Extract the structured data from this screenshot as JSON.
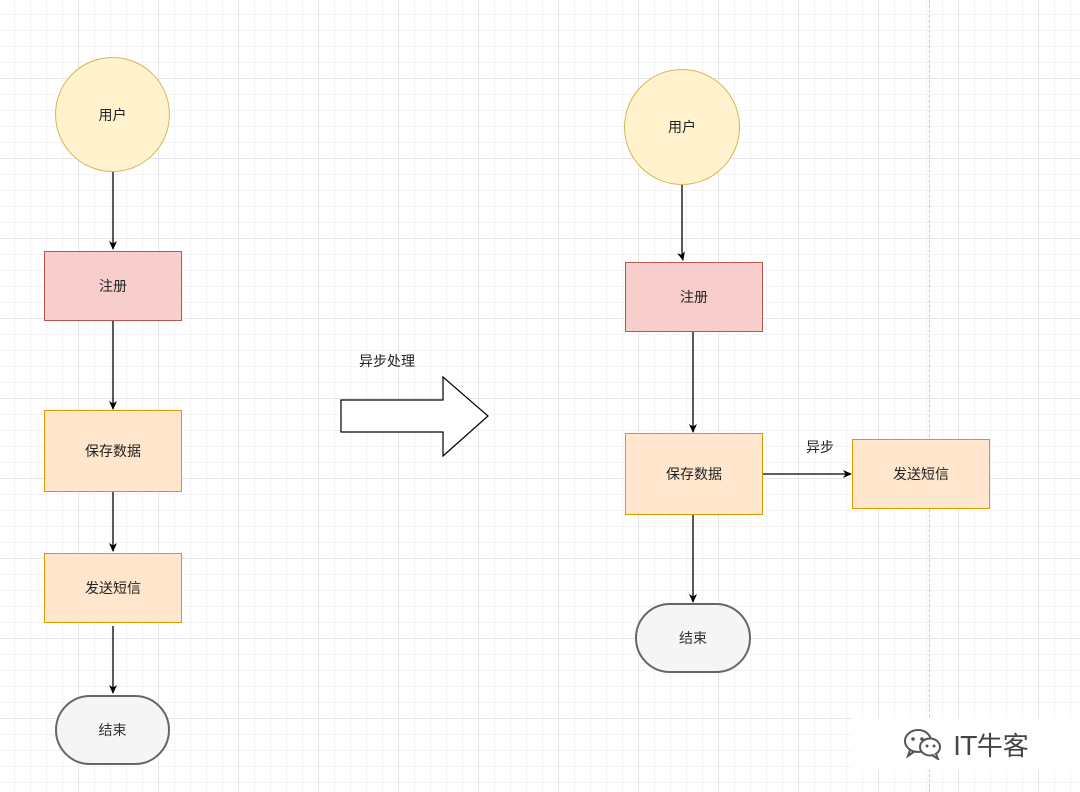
{
  "left": {
    "user": "用户",
    "register": "注册",
    "save": "保存数据",
    "sms": "发送短信",
    "end": "结束"
  },
  "transition_label": "异步处理",
  "right": {
    "user": "用户",
    "register": "注册",
    "save": "保存数据",
    "async_label": "异步",
    "sms": "发送短信",
    "end": "结束"
  },
  "watermark": {
    "text": "IT牛客",
    "icon": "wechat-icon"
  },
  "colors": {
    "start_fill": "#fff2cc",
    "start_stroke": "#d6b656",
    "register_fill": "#f8cecc",
    "register_stroke": "#b85450",
    "process_fill": "#ffe6cc",
    "process_stroke": "#d79b00",
    "end_fill": "#f5f5f5",
    "end_stroke": "#666666"
  }
}
